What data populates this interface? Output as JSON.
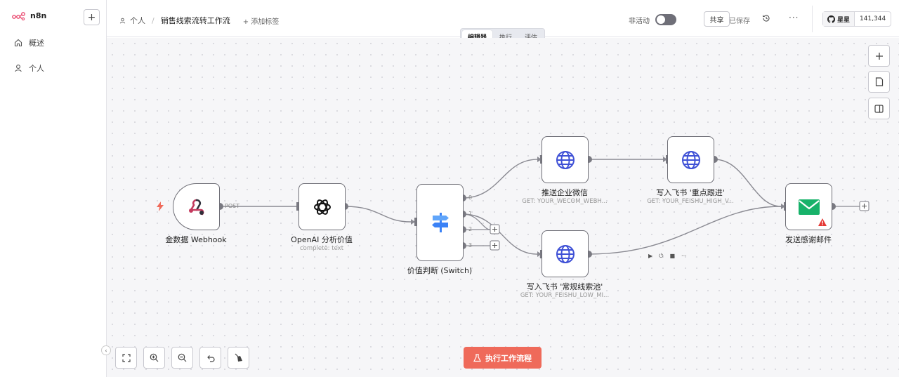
{
  "app": {
    "name": "n8n"
  },
  "sidebar": {
    "new_label": "+",
    "items": [
      {
        "label": "概述",
        "icon": "home-icon"
      },
      {
        "label": "个人",
        "icon": "user-icon"
      }
    ]
  },
  "header": {
    "breadcrumb_project": "个人",
    "breadcrumb_separator": "/",
    "workflow_name": "销售线索流转工作流",
    "add_tag": "+ 添加标签",
    "inactive_label": "非活动",
    "share_label": "共享",
    "saved_label": "已保存",
    "more_label": "···",
    "github_star_label": "星星",
    "github_star_count": "141,344"
  },
  "tabs": [
    {
      "label": "编辑器",
      "active": true
    },
    {
      "label": "执行",
      "active": false
    },
    {
      "label": "评估",
      "active": false
    }
  ],
  "nodes": {
    "webhook": {
      "label": "金数据 Webhook",
      "port_label": "POST"
    },
    "openai": {
      "label": "OpenAI 分析价值",
      "subtitle": "complete: text"
    },
    "switch": {
      "label": "价值判断 (Switch)",
      "outputs": [
        "0",
        "1",
        "2",
        "3"
      ]
    },
    "wecom": {
      "label": "推送企业微信",
      "subtitle": "GET: YOUR_WECOM_WEBH..."
    },
    "feishu_high": {
      "label": "写入飞书 '重点跟进'",
      "subtitle": "GET: YOUR_FEISHU_HIGH_V..."
    },
    "feishu_low": {
      "label": "写入飞书 '常规线索池'",
      "subtitle": "GET: YOUR_FEISHU_LOW_MI..."
    },
    "email": {
      "label": "发送感谢邮件",
      "has_warning": true
    }
  },
  "canvas": {
    "run_label": "执行工作流程"
  },
  "colors": {
    "accent": "#ef6a5a",
    "node_border": "#6e6e76",
    "globe": "#3f51d6",
    "mail": "#17b26a",
    "warning": "#e53935"
  }
}
